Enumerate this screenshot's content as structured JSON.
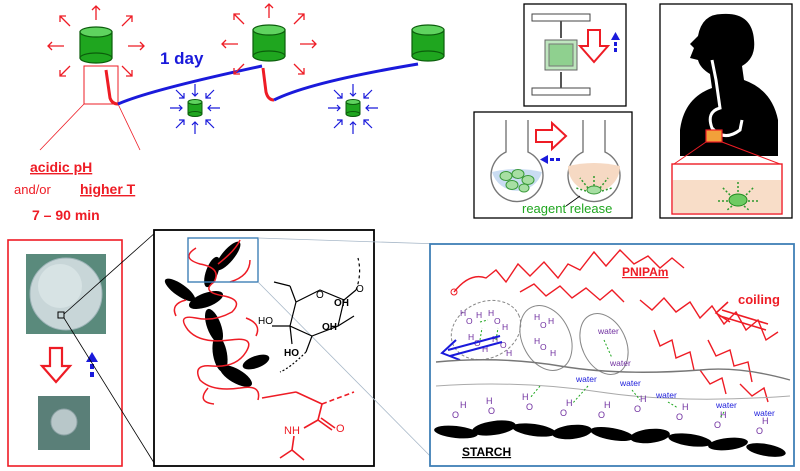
{
  "timeline": {
    "duration_label": "1 day",
    "condition_1": "acidic pH",
    "condition_joiner": "and/or",
    "condition_2": "higher T",
    "time_range": "7 – 90 min"
  },
  "flask_panel": {
    "caption": "reagent release"
  },
  "zoom_panel": {
    "polymer_label": "PNIPAm",
    "coiling_label": "coiling",
    "substrate_label": "STARCH",
    "water_word": "water"
  },
  "chem": {
    "oh": "OH",
    "ho": "HO",
    "nh": "NH",
    "o": "O",
    "h": "H"
  },
  "colors": {
    "accent_red": "#ee1c25",
    "accent_blue": "#1a1adb",
    "cylinder_green": "#1fa61f",
    "panel_blue": "#3f7fb6",
    "water_purple": "#7030a0"
  }
}
